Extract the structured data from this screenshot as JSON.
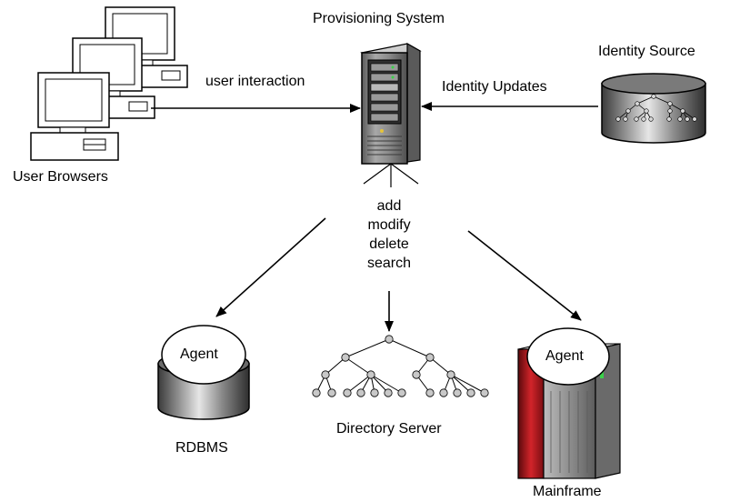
{
  "labels": {
    "provisioning_system": "Provisioning System",
    "identity_source": "Identity Source",
    "user_browsers": "User Browsers",
    "user_interaction": "user interaction",
    "identity_updates": "Identity Updates",
    "rdbms": "RDBMS",
    "directory_server": "Directory Server",
    "mainframe": "Mainframe",
    "agent_rdbms": "Agent",
    "agent_mainframe": "Agent"
  },
  "operations": [
    "add",
    "modify",
    "delete",
    "search"
  ],
  "colors": {
    "line": "#000000",
    "server_body": "#7f7f7f",
    "server_panel": "#2f2f2f",
    "cylinder_dark": "#4a4a4a",
    "cylinder_light": "#c0c0c0",
    "tree_node": "#c8c8c8",
    "mainframe_red": "#c0181c",
    "mainframe_grey": "#8c8c8c"
  }
}
